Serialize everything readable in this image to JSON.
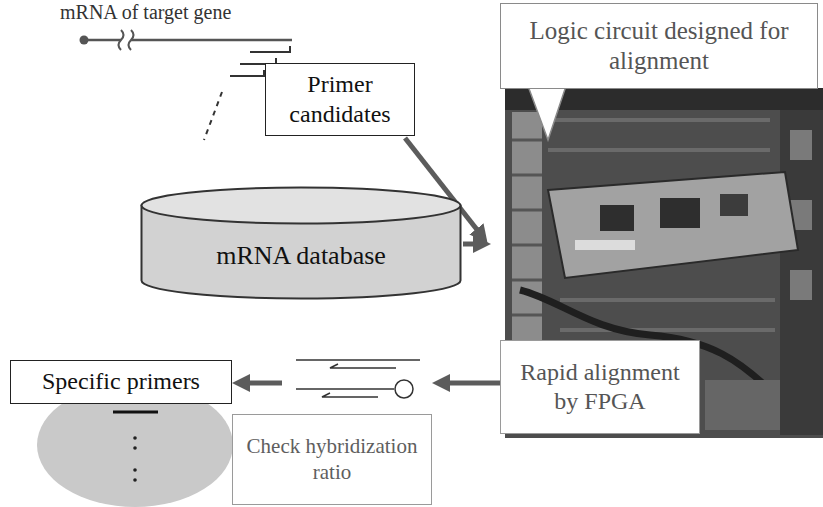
{
  "diagram": {
    "nodes": [
      {
        "text": [
          "Primer candidates"
        ]
      },
      {
        "text": [
          "mRNA database"
        ]
      },
      {
        "text": [
          "Logic circuit designed for alignment"
        ]
      },
      {
        "text": [
          "Specific primers"
        ]
      },
      {
        "text": [
          "Check hybridization ratio"
        ]
      },
      {
        "text": [
          "Rapid alignment by FPGA"
        ]
      }
    ],
    "edges": [
      {
        "from": 5,
        "to": 4,
        "arrow": "to"
      },
      {
        "from": 4,
        "to": 3,
        "arrow": "to"
      }
    ],
    "labels": [
      "mRNA of target gene"
    ]
  }
}
